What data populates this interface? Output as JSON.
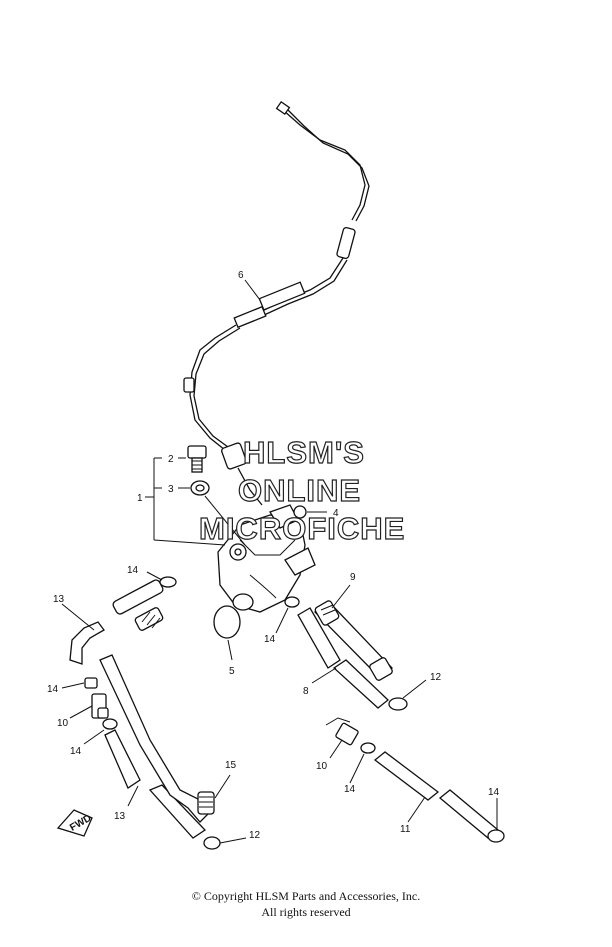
{
  "callouts": {
    "c1": "1",
    "c2": "2",
    "c3": "3",
    "c4": "4",
    "c5": "5",
    "c6": "6",
    "c8": "8",
    "c9": "9",
    "c10a": "10",
    "c10b": "10",
    "c11": "11",
    "c12a": "12",
    "c12b": "12",
    "c13a": "13",
    "c13b": "13",
    "c14a": "14",
    "c14b": "14",
    "c14c": "14",
    "c14d": "14",
    "c14e": "14",
    "c14f": "14",
    "c15": "15"
  },
  "watermark": {
    "line1": "HLSM'S",
    "line2": "ONLINE",
    "line3": "MICROFICHE"
  },
  "fwd_label": "FWD",
  "footer": {
    "copyright": "© Copyright HLSM Parts and Accessories, Inc.",
    "rights": "All rights reserved"
  }
}
